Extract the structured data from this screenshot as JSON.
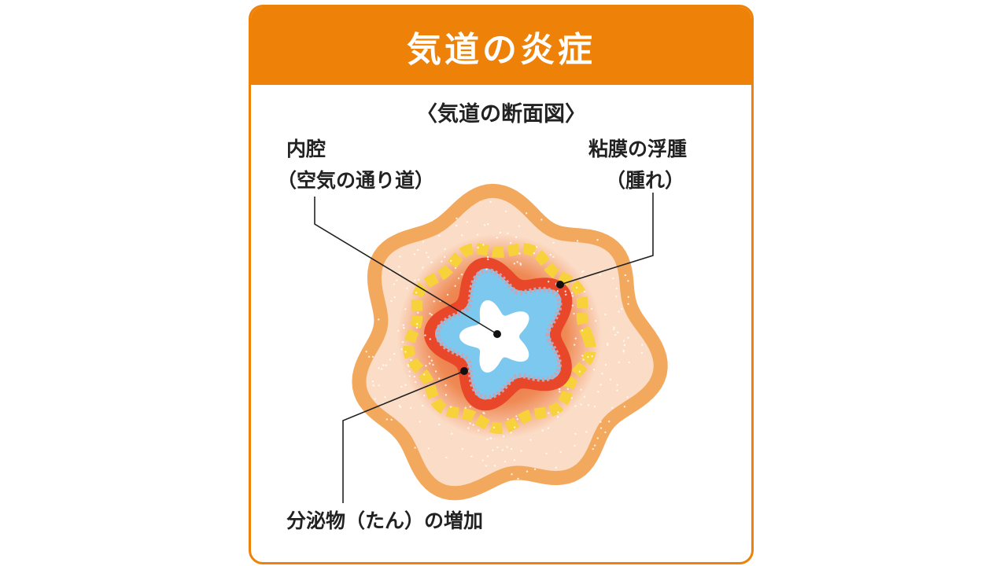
{
  "header": {
    "title": "気道の炎症"
  },
  "subtitle": "〈気道の断面図〉",
  "labels": {
    "lumen": "内腔",
    "lumen_note": "（空気の通り道）",
    "edema": "粘膜の浮腫",
    "edema_note": "（腫れ）",
    "secretion": "分泌物（たん）の増加"
  },
  "colors": {
    "accent": "#EE8208",
    "outer_wall": "#F2A95E",
    "tissue": "#FBDCC6",
    "inflamed": "#EE7A45",
    "muscle": "#F7D23A",
    "mucosa": "#E8472A",
    "mucus": "#7CC8EE",
    "lumen": "#FFFFFF"
  }
}
